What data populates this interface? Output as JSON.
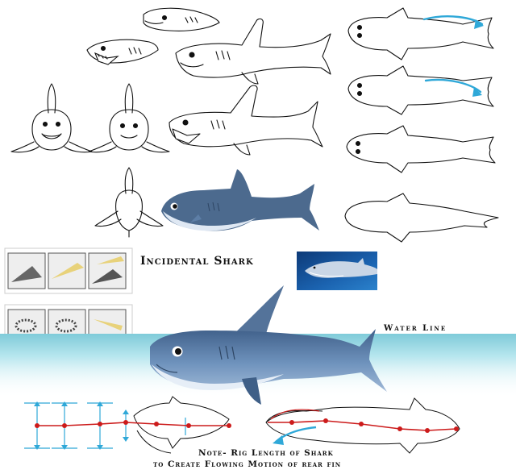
{
  "labels": {
    "incidental_shark": "Incidental Shark",
    "water_line": "Water Line",
    "note_line1": "Note- Rig Length of Shark",
    "note_line2": "to Create Flowing Motion of rear fin"
  },
  "colors": {
    "shark_dark": "#4c6a8e",
    "shark_mid": "#6d8fb8",
    "shark_belly": "#e8eef6",
    "water": "#8fd4e0",
    "rig_red": "#cc1b1b",
    "arrow_blue": "#2fa8d8"
  }
}
